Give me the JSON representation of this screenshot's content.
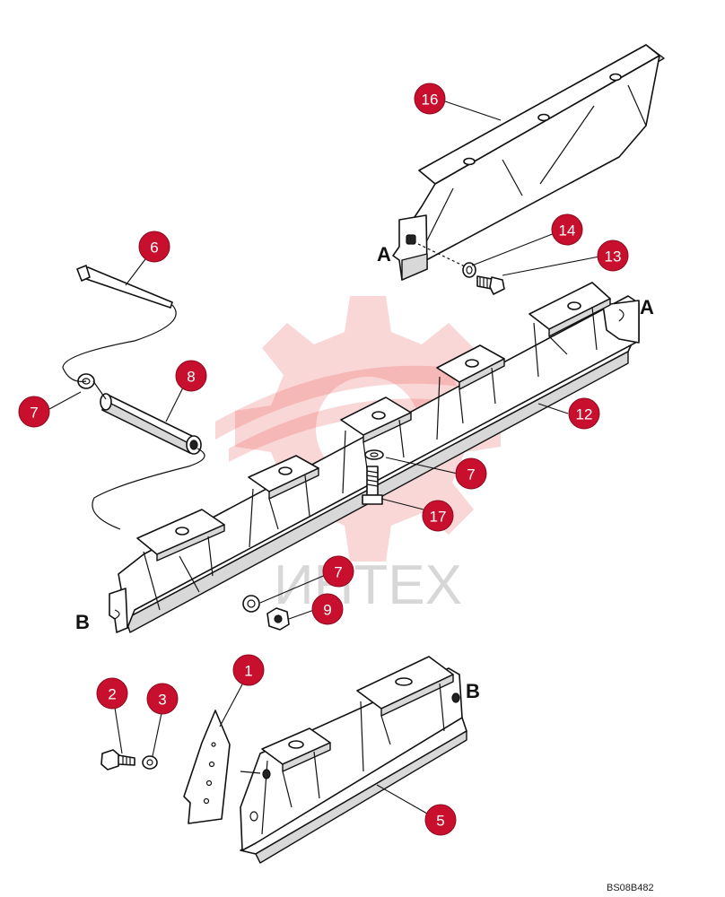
{
  "watermark": {
    "text": "ИНТЕХ"
  },
  "drawing_code": "BS08B482",
  "section_letters": [
    "A",
    "A",
    "B",
    "B"
  ],
  "callouts": [
    "16",
    "14",
    "13",
    "6",
    "8",
    "7",
    "12",
    "7",
    "17",
    "7",
    "9",
    "1",
    "2",
    "3",
    "5"
  ]
}
